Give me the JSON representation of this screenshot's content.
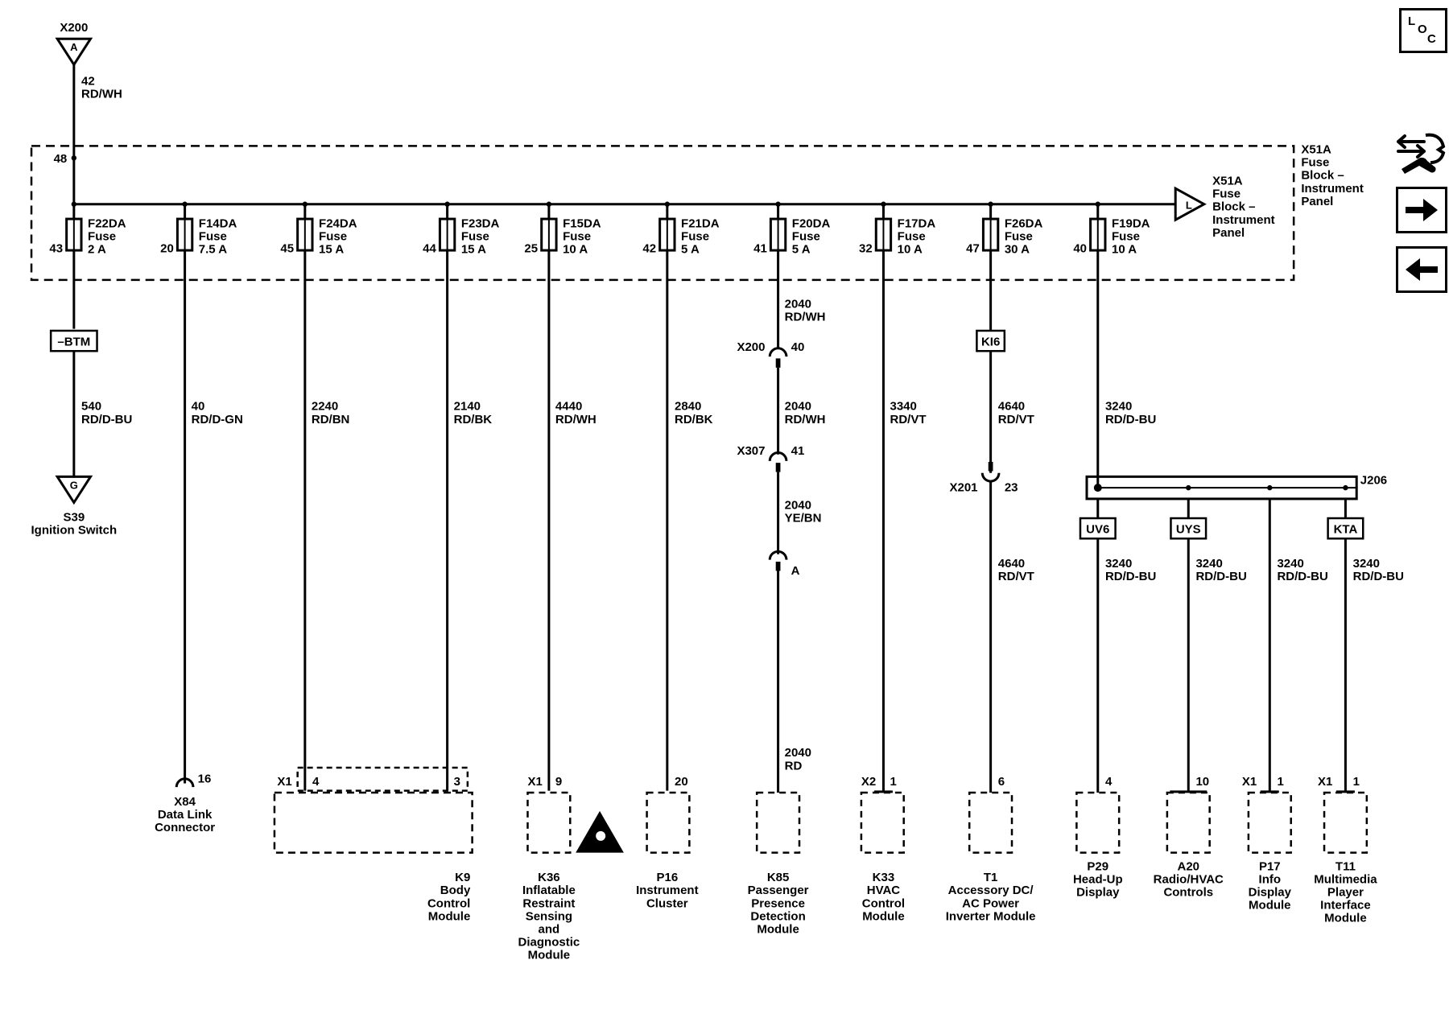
{
  "top_connector": {
    "id": "X200",
    "pin": "A",
    "wire_circuit": "42",
    "wire_color": "RD/WH",
    "pin_on_block": "48"
  },
  "fuse_block": {
    "label_lines": [
      "X51A",
      "Fuse",
      "Block –",
      "Instrument",
      "Panel"
    ],
    "bus_connector_pin": "L",
    "bus_connector_label_lines": [
      "X51A",
      "Fuse",
      "Block –",
      "Instrument",
      "Panel"
    ]
  },
  "fuses": [
    {
      "id": "F22DA",
      "type": "Fuse",
      "rating": "2 A",
      "pin": "43"
    },
    {
      "id": "F14DA",
      "type": "Fuse",
      "rating": "7.5 A",
      "pin": "20"
    },
    {
      "id": "F24DA",
      "type": "Fuse",
      "rating": "15 A",
      "pin": "45"
    },
    {
      "id": "F23DA",
      "type": "Fuse",
      "rating": "15 A",
      "pin": "44"
    },
    {
      "id": "F15DA",
      "type": "Fuse",
      "rating": "10 A",
      "pin": "25"
    },
    {
      "id": "F21DA",
      "type": "Fuse",
      "rating": "5 A",
      "pin": "42"
    },
    {
      "id": "F20DA",
      "type": "Fuse",
      "rating": "5 A",
      "pin": "41"
    },
    {
      "id": "F17DA",
      "type": "Fuse",
      "rating": "10 A",
      "pin": "32"
    },
    {
      "id": "F26DA",
      "type": "Fuse",
      "rating": "30 A",
      "pin": "47"
    },
    {
      "id": "F19DA",
      "type": "Fuse",
      "rating": "10 A",
      "pin": "40"
    }
  ],
  "option_tags": {
    "btm": "–BTM",
    "kl6": "KI6",
    "uv6": "UV6",
    "uys": "UYS",
    "kta": "KTA"
  },
  "wires": {
    "f22_lower": [
      "540",
      "RD/D-BU"
    ],
    "f14": [
      "40",
      "RD/D-GN"
    ],
    "f24": [
      "2240",
      "RD/BN"
    ],
    "f23": [
      "2140",
      "RD/BK"
    ],
    "f15": [
      "4440",
      "RD/WH"
    ],
    "f21": [
      "2840",
      "RD/BK"
    ],
    "f20_a": [
      "2040",
      "RD/WH"
    ],
    "f20_b": [
      "2040",
      "RD/WH"
    ],
    "f20_c": [
      "2040",
      "YE/BN"
    ],
    "f20_d": [
      "2040",
      "RD"
    ],
    "f17": [
      "3340",
      "RD/VT"
    ],
    "f26_a": [
      "4640",
      "RD/VT"
    ],
    "f26_b": [
      "4640",
      "RD/VT"
    ],
    "f19": [
      "3240",
      "RD/D-BU"
    ],
    "j_uv6": [
      "3240",
      "RD/D-BU"
    ],
    "j_uys": [
      "3240",
      "RD/D-BU"
    ],
    "j_p17": [
      "3240",
      "RD/D-BU"
    ],
    "j_kta": [
      "3240",
      "RD/D-BU"
    ]
  },
  "inline_connectors": {
    "x200": {
      "name": "X200",
      "pin": "40"
    },
    "x307": {
      "name": "X307",
      "pin": "41"
    },
    "pa": {
      "pin": "A"
    },
    "x201": {
      "name": "X201",
      "pin": "23"
    }
  },
  "splice": {
    "id": "J206"
  },
  "ground_connector": {
    "pin": "G",
    "lines": [
      "S39",
      "Ignition Switch"
    ]
  },
  "modules": [
    {
      "key": "x84",
      "connector": "",
      "pin": "16",
      "lines": [
        "X84",
        "Data Link",
        "Connector"
      ]
    },
    {
      "key": "k9",
      "connector": "X1",
      "pins": [
        "4",
        "3"
      ],
      "lines": [
        "K9",
        "Body",
        "Control",
        "Module"
      ]
    },
    {
      "key": "k36",
      "connector": "X1",
      "pin": "9",
      "lines": [
        "K36",
        "Inflatable",
        "Restraint",
        "Sensing",
        "and",
        "Diagnostic",
        "Module"
      ]
    },
    {
      "key": "p16",
      "connector": "",
      "pin": "20",
      "lines": [
        "P16",
        "Instrument",
        "Cluster"
      ]
    },
    {
      "key": "k85",
      "connector": "",
      "pin": "",
      "lines": [
        "K85",
        "Passenger",
        "Presence",
        "Detection",
        "Module"
      ]
    },
    {
      "key": "k33",
      "connector": "X2",
      "pin": "1",
      "lines": [
        "K33",
        "HVAC",
        "Control",
        "Module"
      ]
    },
    {
      "key": "t1",
      "connector": "",
      "pin": "6",
      "lines": [
        "T1",
        "Accessory DC/",
        "AC Power",
        "Inverter Module"
      ]
    },
    {
      "key": "p29",
      "connector": "",
      "pin": "4",
      "lines": [
        "P29",
        "Head-Up",
        "Display"
      ]
    },
    {
      "key": "a20",
      "connector": "",
      "pin": "10",
      "lines": [
        "A20",
        "Radio/HVAC",
        "Controls"
      ]
    },
    {
      "key": "p17",
      "connector": "X1",
      "pin": "1",
      "lines": [
        "P17",
        "Info",
        "Display",
        "Module"
      ]
    },
    {
      "key": "t11",
      "connector": "X1",
      "pin": "1",
      "lines": [
        "T11",
        "Multimedia",
        "Player",
        "Interface",
        "Module"
      ]
    }
  ],
  "nav": {
    "loc_letters": [
      "L",
      "O",
      "C"
    ],
    "loc_icon": "loc-icon",
    "wrench_icon": "wrench-connector-icon",
    "next_icon": "arrow-right-icon",
    "prev_icon": "arrow-left-icon"
  }
}
